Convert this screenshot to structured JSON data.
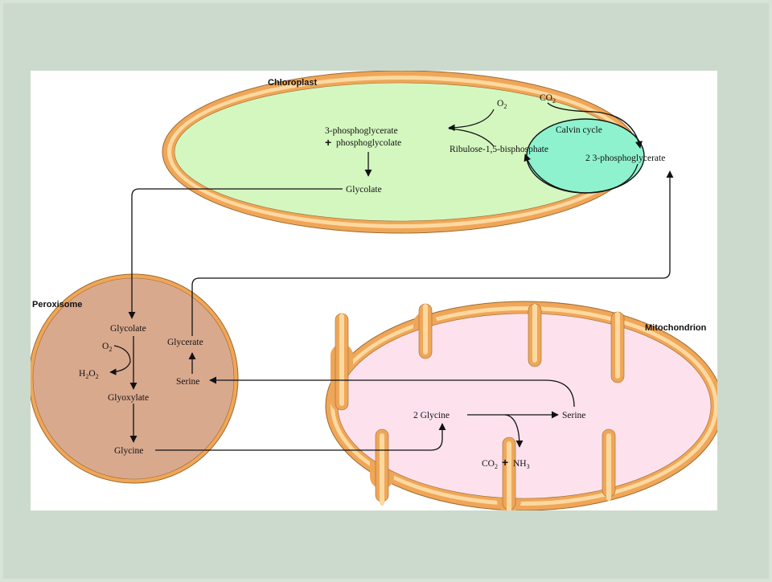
{
  "organelles": {
    "chloroplast": "Chloroplast",
    "peroxisome": "Peroxisome",
    "mitochondrion": "Mitochondrion"
  },
  "chloroplast": {
    "o2": "O",
    "o2_sub": "2",
    "co2": "CO",
    "co2_sub": "2",
    "pga": "3-phosphoglycerate",
    "plus": "+",
    "phosphoglycolate": "phosphoglycolate",
    "rubp": "Ribulose-1,5-bisphosphate",
    "calvin": "Calvin cycle",
    "pga2": "2 3-phosphoglycerate",
    "glycolate": "Glycolate"
  },
  "peroxisome": {
    "glycolate": "Glycolate",
    "o2": "O",
    "o2_sub": "2",
    "h2o2_h": "H",
    "h2o2_sub1": "2",
    "h2o2_o": "O",
    "h2o2_sub2": "2",
    "glyoxylate": "Glyoxylate",
    "glycine": "Glycine",
    "glycerate": "Glycerate",
    "serine": "Serine"
  },
  "mitochondrion": {
    "glycine": "2 Glycine",
    "serine": "Serine",
    "co2": "CO",
    "co2_sub": "2",
    "plus": "+",
    "nh3": "NH",
    "nh3_sub": "3"
  },
  "colors": {
    "page_bg": "#ccdacd",
    "chloroplast_fill": "#d4f7c0",
    "calvin_fill": "#8ef2cf",
    "membrane_outer": "#f0a658",
    "membrane_inner": "#fcd9a0",
    "peroxisome_fill": "#d9a98e",
    "matrix_fill": "#fde2ee"
  }
}
